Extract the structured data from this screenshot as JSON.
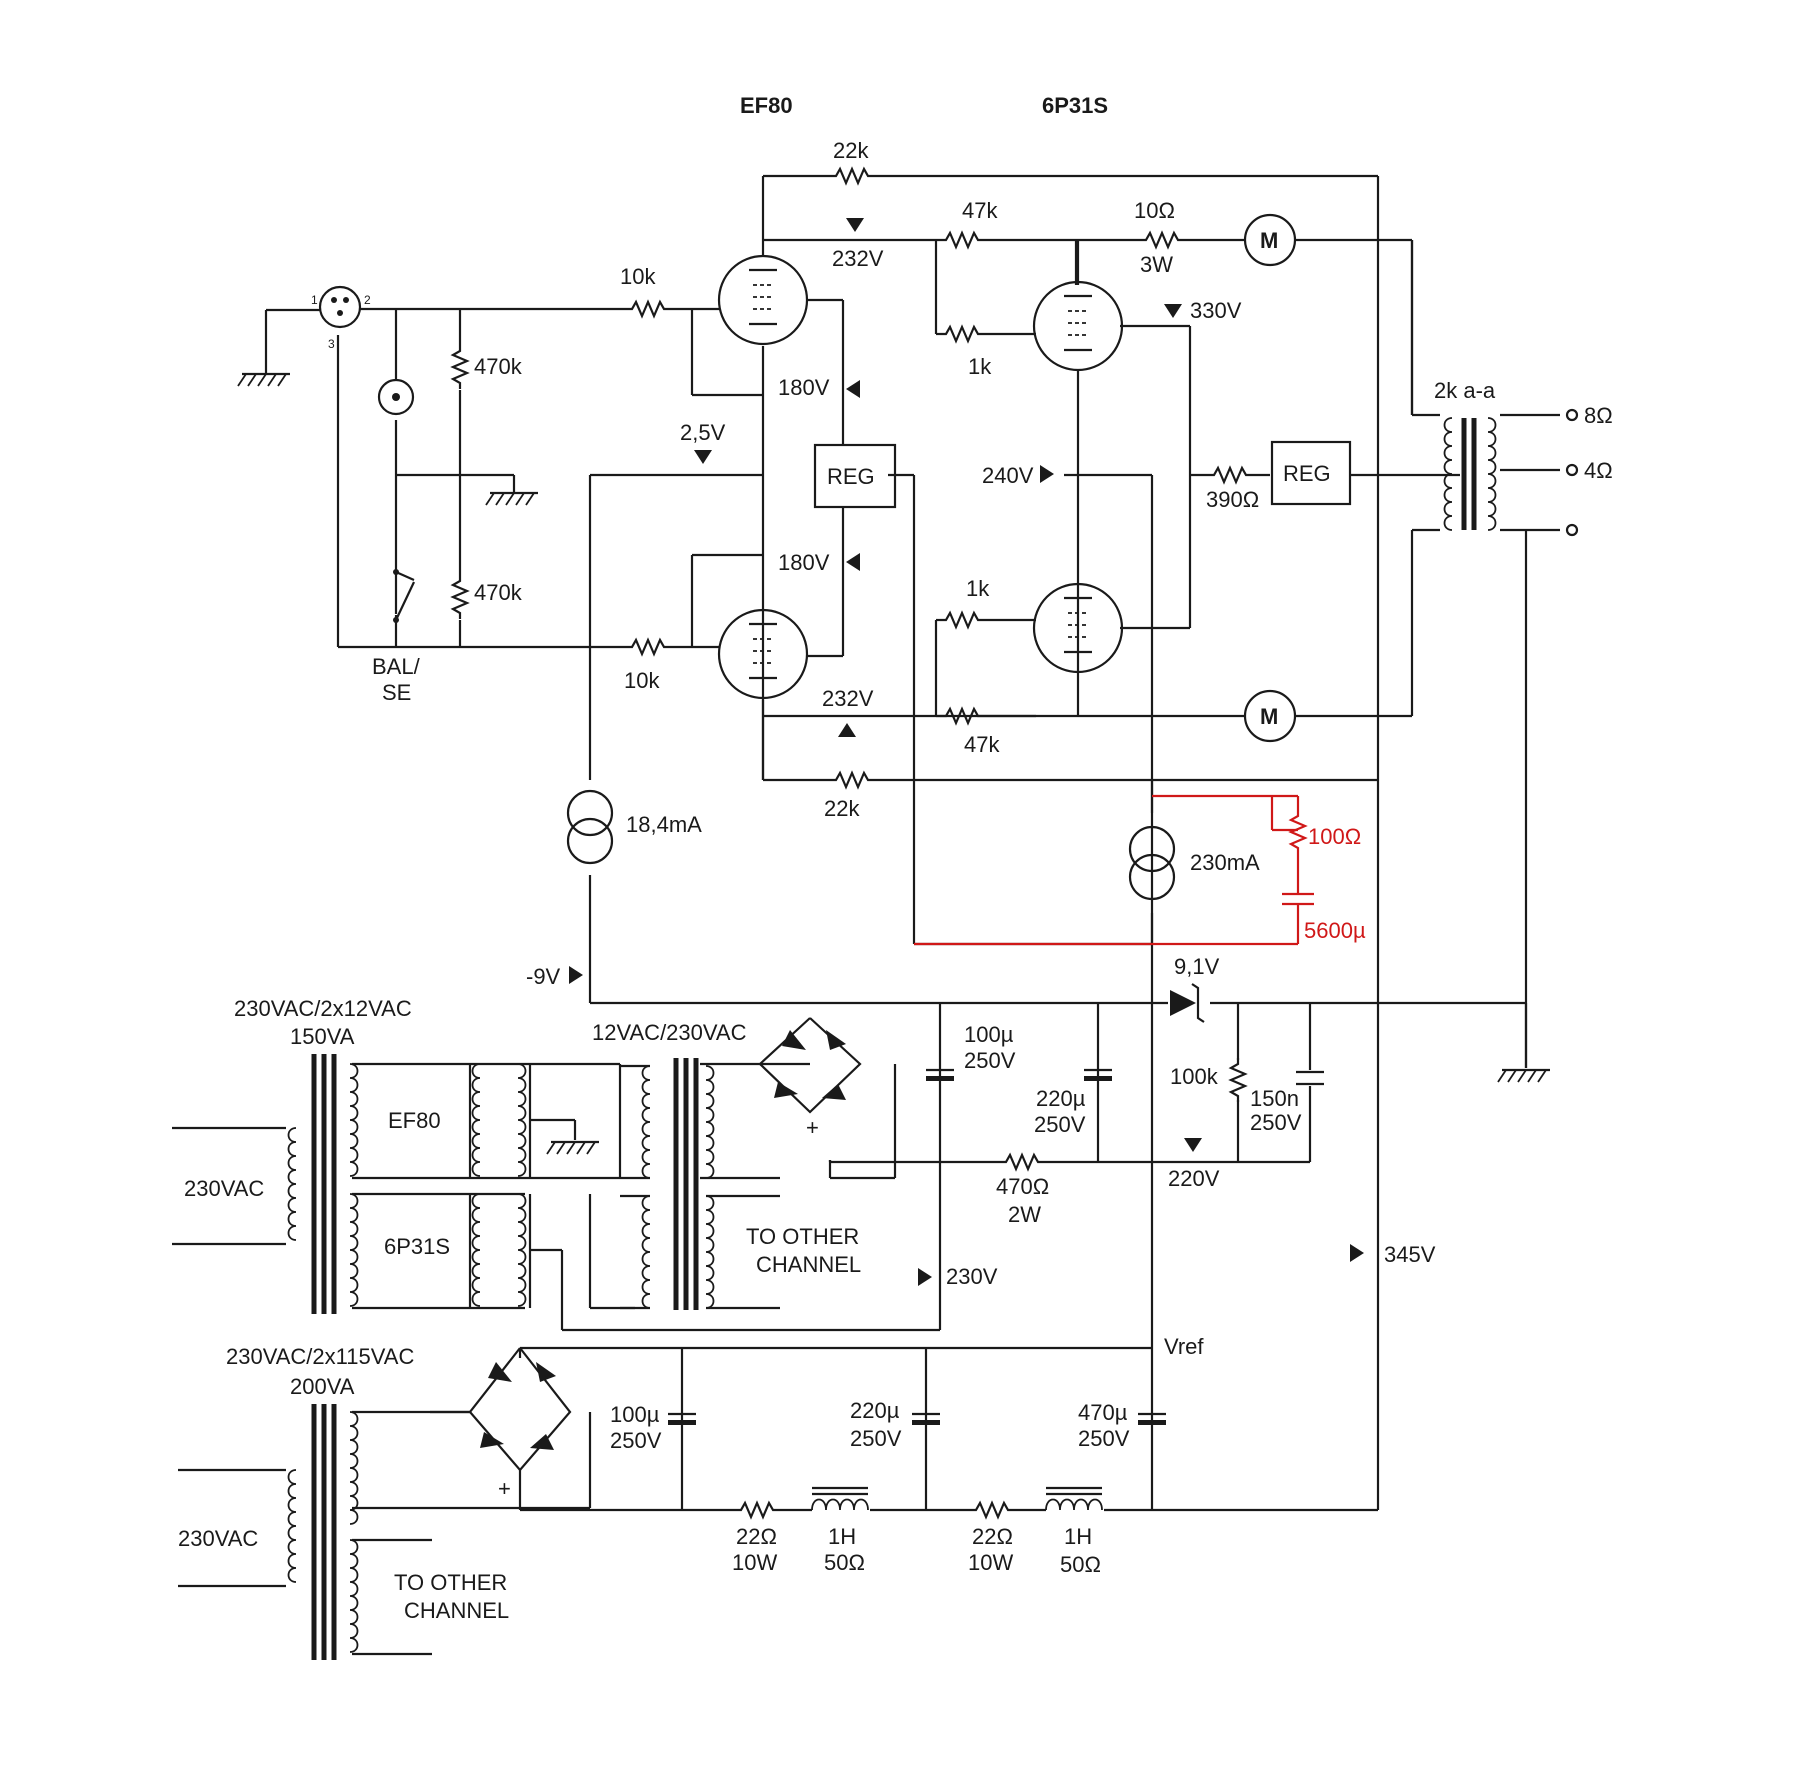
{
  "tubes": {
    "driver": "EF80",
    "output": "6P31S"
  },
  "resistors": {
    "feedback_top": "22k",
    "feedback_bottom": "22k",
    "grid_top": "10k",
    "grid_bottom": "10k",
    "input_top": "470k",
    "input_bottom": "470k",
    "anode_top": "47k",
    "anode_bottom": "47k",
    "screen_top": "10Ω",
    "screen_top_power": "3W",
    "grid_stop_top": "1k",
    "grid_stop_bottom": "1k",
    "screen_feed": "390Ω",
    "bias_bleed": "100k",
    "supply_drop": "470Ω",
    "supply_drop_power": "2W",
    "filter1": "22Ω",
    "filter1_power": "10W",
    "filter2": "22Ω",
    "filter2_power": "10W",
    "mod_resistor": "100Ω"
  },
  "voltages": {
    "v232_top": "232V",
    "v232_bottom": "232V",
    "v330": "330V",
    "v180_top": "180V",
    "v180_bottom": "180V",
    "v2_5": "2,5V",
    "v240": "240V",
    "vneg9": "-9V",
    "v9_1": "9,1V",
    "v220": "220V",
    "v230": "230V",
    "v345": "345V",
    "vref": "Vref"
  },
  "blocks": {
    "reg_left": "REG",
    "reg_right": "REG",
    "meter": "M"
  },
  "current_sources": {
    "driver": "18,4mA",
    "output": "230mA"
  },
  "switch_label": [
    "BAL/",
    "SE"
  ],
  "xlr_pins": [
    "1",
    "2",
    "3"
  ],
  "output_transformer": {
    "label": "2k a-a",
    "taps": [
      "8Ω",
      "4Ω"
    ]
  },
  "capacitors": {
    "c1": [
      "100µ",
      "250V"
    ],
    "c2": [
      "220µ",
      "250V"
    ],
    "c3": [
      "150n",
      "250V"
    ],
    "c4": [
      "100µ",
      "250V"
    ],
    "c5": [
      "220µ",
      "250V"
    ],
    "c6": [
      "470µ",
      "250V"
    ],
    "mod_cap": "5600µ"
  },
  "chokes": {
    "l1": [
      "1H",
      "50Ω"
    ],
    "l2": [
      "1H",
      "50Ω"
    ]
  },
  "transformers": {
    "heater": {
      "rating": "230VAC/2x12VAC",
      "va": "150VA",
      "primary": "230VAC",
      "sec1": "EF80",
      "sec2": "6P31S"
    },
    "aux": {
      "rating": "12VAC/230VAC",
      "other": [
        "TO OTHER",
        "CHANNEL"
      ]
    },
    "hv": {
      "rating": "230VAC/2x115VAC",
      "va": "200VA",
      "primary": "230VAC",
      "other": [
        "TO OTHER",
        "CHANNEL"
      ]
    }
  },
  "diode_plus": "+",
  "cap_plus": "+",
  "cap_minus": "-",
  "colors": {
    "ink": "#1a1a1a",
    "modification": "#d01818",
    "background": "#ffffff"
  }
}
